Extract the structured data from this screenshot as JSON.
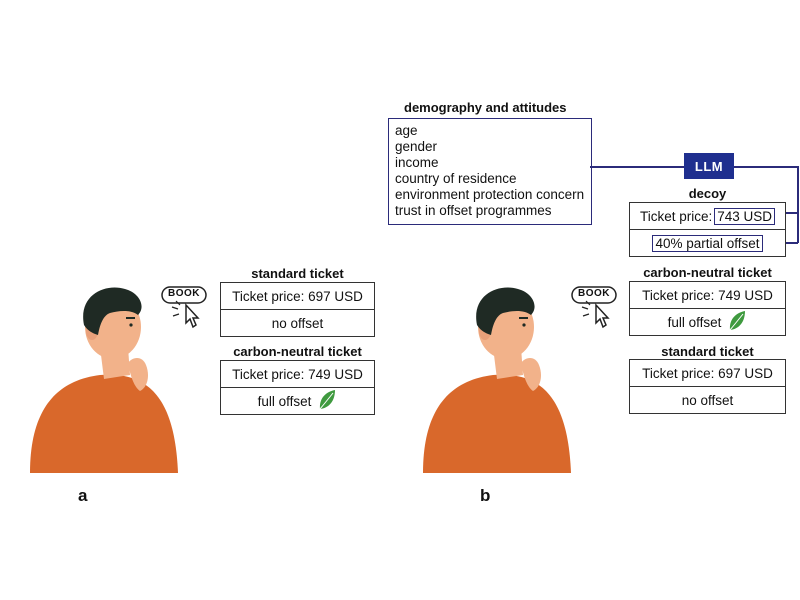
{
  "panel_a": {
    "label": "a",
    "book_label": "BOOK",
    "ticket_1": {
      "title": "standard ticket",
      "price": "Ticket price: 697 USD",
      "offset": "no offset"
    },
    "ticket_2": {
      "title": "carbon-neutral ticket",
      "price": "Ticket price: 749 USD",
      "offset": "full offset"
    }
  },
  "panel_b": {
    "label": "b",
    "book_label": "BOOK",
    "demography": {
      "title": "demography and attitudes",
      "items": [
        "age",
        "gender",
        "income",
        "country of residence",
        "environment protection concern",
        "trust in offset programmes"
      ]
    },
    "llm_label": "LLM",
    "decoy": {
      "title": "decoy",
      "price_prefix": "Ticket price:",
      "price_value": "743 USD",
      "offset": "40% partial offset"
    },
    "ticket_1": {
      "title": "carbon-neutral ticket",
      "price": "Ticket price: 749 USD",
      "offset": "full offset"
    },
    "ticket_2": {
      "title": "standard ticket",
      "price": "Ticket price: 697 USD",
      "offset": "no offset"
    }
  },
  "colors": {
    "shirt": "#d9682b",
    "hair": "#1f2a24",
    "skin": "#f2b28a",
    "leaf": "#3f9a3f",
    "llm_bg": "#1f2f8f",
    "connector": "#2b2b7a"
  }
}
